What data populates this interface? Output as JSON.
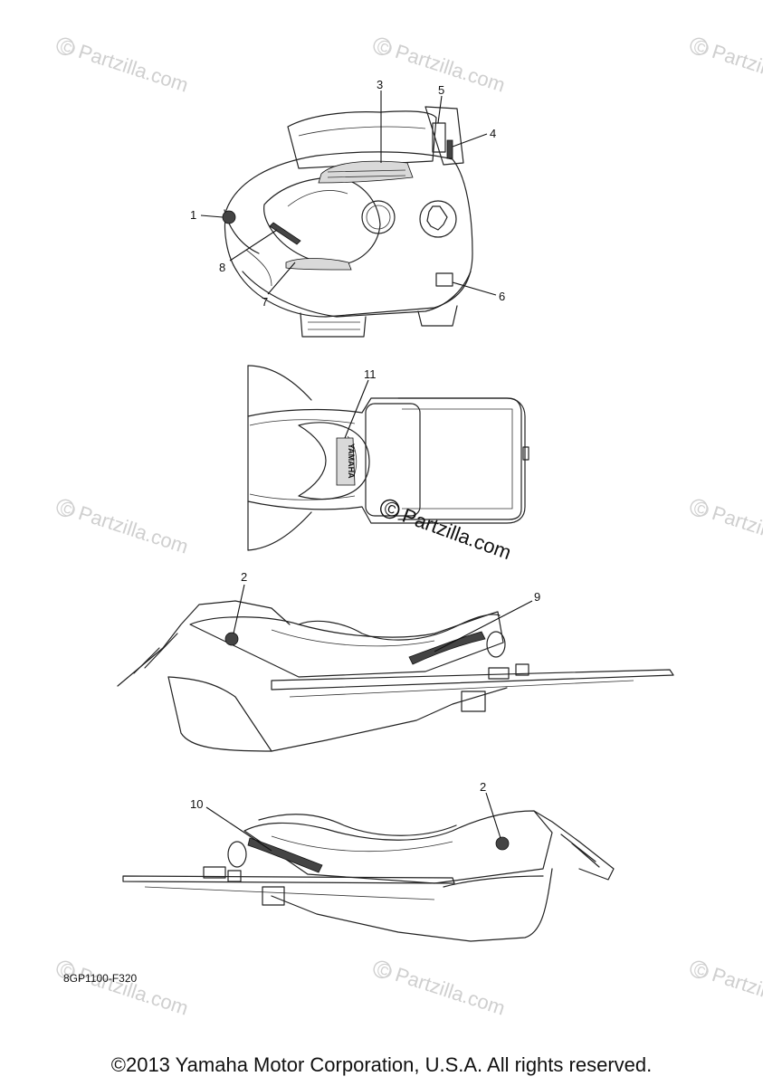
{
  "watermark": {
    "text": "Partzilla.com",
    "symbol": "©"
  },
  "central_watermark": {
    "text": "Partzilla.com",
    "symbol": "©"
  },
  "views": {
    "front": {
      "callouts": [
        {
          "id": "front-callout-1",
          "number": "1"
        },
        {
          "id": "front-callout-3",
          "number": "3"
        },
        {
          "id": "front-callout-4",
          "number": "4"
        },
        {
          "id": "front-callout-5",
          "number": "5"
        },
        {
          "id": "front-callout-6",
          "number": "6"
        },
        {
          "id": "front-callout-7",
          "number": "7"
        },
        {
          "id": "front-callout-8",
          "number": "8"
        }
      ]
    },
    "top": {
      "callouts": [
        {
          "id": "top-callout-11",
          "number": "11"
        }
      ],
      "brand_decal_text": "YAMAHA"
    },
    "side_left": {
      "callouts": [
        {
          "id": "side-left-callout-2",
          "number": "2"
        },
        {
          "id": "side-left-callout-9",
          "number": "9"
        }
      ]
    },
    "side_right": {
      "callouts": [
        {
          "id": "side-right-callout-2",
          "number": "2"
        },
        {
          "id": "side-right-callout-10",
          "number": "10"
        }
      ]
    }
  },
  "diagram_code": "8GP1100-F320",
  "copyright": "©2013 Yamaha Motor Corporation, U.S.A. All rights reserved."
}
